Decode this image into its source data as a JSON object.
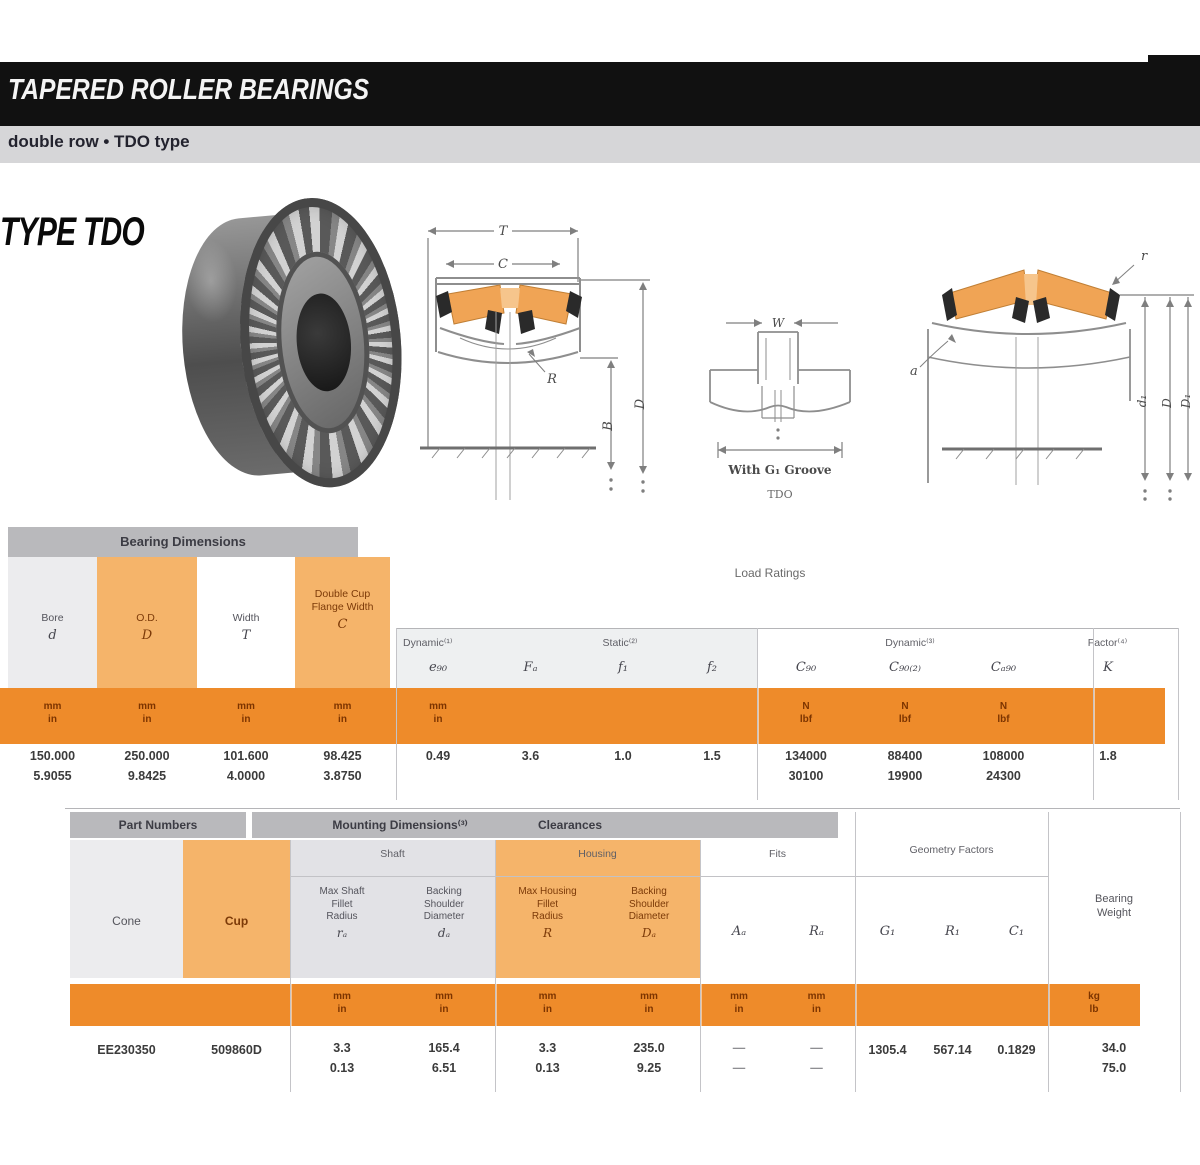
{
  "header": {
    "title": "TAPERED ROLLER BEARINGS",
    "subtitle": "double row • TDO type"
  },
  "section": {
    "type_label": "TYPE TDO"
  },
  "diagram1": {
    "t": "T",
    "c": "C",
    "r": "R",
    "b": "B",
    "d": "D"
  },
  "diagram2": {
    "w": "W",
    "caption1": "With G₁ Groove",
    "caption2": "TDO"
  },
  "diagram3": {
    "r": "r",
    "a": "a",
    "d1": "d₁",
    "d2": "D",
    "d3": "D₁"
  },
  "table1": {
    "group_header": "Bearing Dimensions",
    "load_ratings_header": "Load Ratings",
    "dims": [
      {
        "l1": "Bore",
        "l2": "",
        "sym": "d",
        "mm": "150.000",
        "in": "5.9055"
      },
      {
        "l1": "O.D.",
        "l2": "",
        "sym": "D",
        "mm": "250.000",
        "in": "9.8425"
      },
      {
        "l1": "Width",
        "l2": "",
        "sym": "T",
        "mm": "101.600",
        "in": "4.0000"
      },
      {
        "l1": "Double Cup",
        "l2": "Flange Width",
        "sym": "C",
        "mm": "98.425",
        "in": "3.8750"
      }
    ],
    "factor_groups": [
      {
        "label": "Dynamic⁽¹⁾"
      },
      {
        "label": "Static⁽²⁾"
      }
    ],
    "factors": [
      {
        "sym": "e₉₀",
        "u1": "mm",
        "u2": "in",
        "val": "0.49"
      },
      {
        "sym": "Fₐ",
        "u1": "",
        "u2": "",
        "val": "3.6"
      },
      {
        "sym": "f₁",
        "u1": "",
        "u2": "",
        "val": "1.0"
      },
      {
        "sym": "f₂",
        "u1": "",
        "u2": "",
        "val": "1.5"
      }
    ],
    "rating_groups": [
      {
        "label": "Dynamic⁽³⁾"
      },
      {
        "label": "Factor⁽⁴⁾"
      }
    ],
    "ratings": [
      {
        "sym": "C₉₀",
        "n": "134000",
        "lbf": "30100"
      },
      {
        "sym": "C₉₀₍₂₎",
        "n": "88400",
        "lbf": "19900"
      },
      {
        "sym": "Cₐ₉₀",
        "n": "108000",
        "lbf": "24300"
      }
    ],
    "k": {
      "sym": "K",
      "val": "1.8"
    },
    "units": {
      "mm": "mm",
      "in": "in",
      "n": "N",
      "lbf": "lbf"
    }
  },
  "table2": {
    "part_numbers_header": "Part Numbers",
    "mounting_header": "Mounting Dimensions⁽³⁾",
    "clearance_header": "Clearances",
    "cone": {
      "label": "Cone",
      "value": "EE230350"
    },
    "cup": {
      "label": "Cup",
      "value": "509860D"
    },
    "shaft_group": "Shaft",
    "housing_group": "Housing",
    "fits_group": "Fits",
    "geometry_group": "Geometry Factors",
    "shaft_cols": [
      {
        "l1": "Max Shaft",
        "l2": "Fillet",
        "l3": "Radius",
        "sym": "rₐ",
        "mm": "3.3",
        "in": "0.13"
      },
      {
        "l1": "Backing",
        "l2": "Shoulder",
        "l3": "Diameter",
        "sym": "dₐ",
        "mm": "165.4",
        "in": "6.51"
      }
    ],
    "housing_cols": [
      {
        "l1": "Max Housing",
        "l2": "Fillet",
        "l3": "Radius",
        "sym": "R",
        "mm": "3.3",
        "in": "0.13"
      },
      {
        "l1": "Backing",
        "l2": "Shoulder",
        "l3": "Diameter",
        "sym": "Dₐ",
        "mm": "235.0",
        "in": "9.25"
      }
    ],
    "fits_cols": [
      {
        "sym": "Aₐ",
        "v1": "—",
        "v2": "—"
      },
      {
        "sym": "Rₐ",
        "v1": "—",
        "v2": "—"
      }
    ],
    "geometry_cols": [
      {
        "sym": "G₁",
        "val": "1305.4"
      },
      {
        "sym": "R₁",
        "val": "567.14"
      },
      {
        "sym": "C₁",
        "val": "0.1829"
      }
    ],
    "weight": {
      "l1": "Bearing",
      "l2": "Weight",
      "u1": "kg",
      "u2": "lb",
      "v1": "34.0",
      "v2": "75.0"
    },
    "units": {
      "mm": "mm",
      "in": "in"
    }
  }
}
